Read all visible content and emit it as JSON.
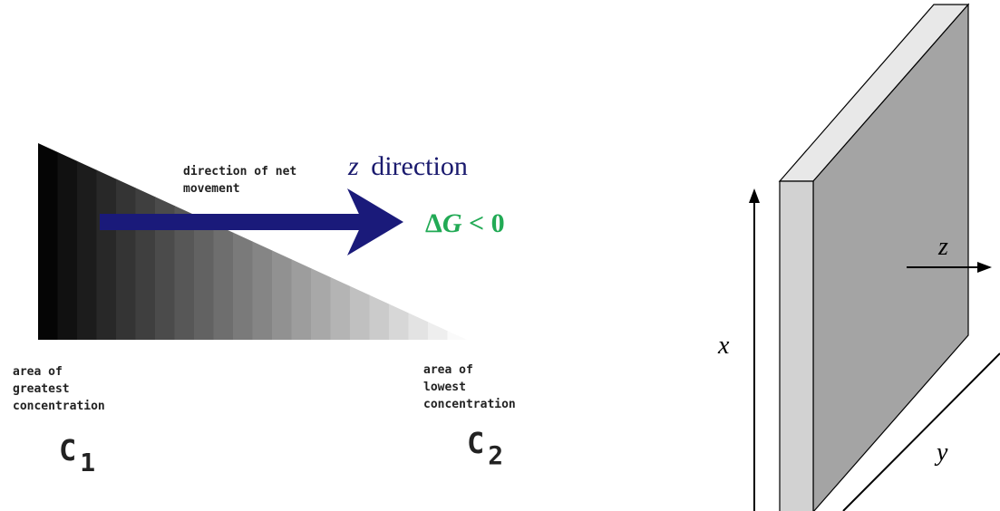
{
  "left_diagram": {
    "net_movement_line1": "direction of net",
    "net_movement_line2": "movement",
    "z_symbol": "z",
    "direction_word": "direction",
    "delta_g_prefix": "Δ",
    "delta_g_symbol": "G",
    "delta_g_suffix": " < 0",
    "greatest_line1": "area of",
    "greatest_line2": "greatest",
    "greatest_line3": "concentration",
    "lowest_line1": "area of",
    "lowest_line2": "lowest",
    "lowest_line3": "concentration",
    "c1_letter": "C",
    "c1_sub": "1",
    "c2_letter": "C",
    "c2_sub": "2"
  },
  "right_diagram": {
    "x_label": "x",
    "y_label": "y",
    "z_label": "z"
  },
  "colors": {
    "arrow": "#1a1a7a",
    "direction_text": "#1a1a6e",
    "delta_g": "#22aa55",
    "slab_front": "#a4a4a4",
    "slab_side": "#d2d2d2",
    "slab_top": "#e8e8e8"
  },
  "icons": [
    "gradient-triangle",
    "net-movement-arrow",
    "slab",
    "x-axis-arrow",
    "z-axis-arrow",
    "y-axis-line"
  ]
}
